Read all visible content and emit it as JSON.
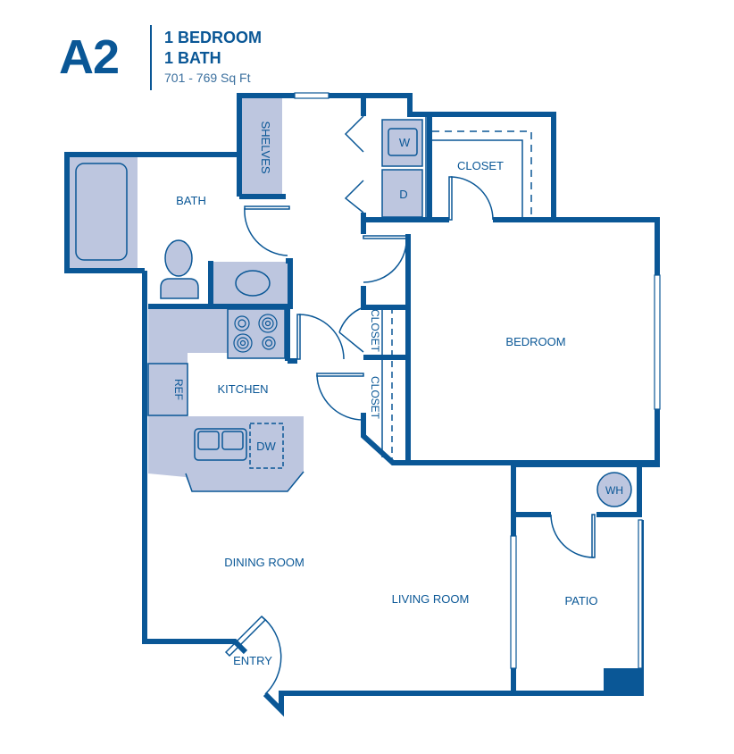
{
  "header": {
    "unit_code": "A2",
    "bedrooms": "1 BEDROOM",
    "bathrooms": "1 BATH",
    "square_feet": "701 - 769 Sq Ft"
  },
  "colors": {
    "wall": "#0a5796",
    "fixture_fill": "#bdc6df",
    "background": "#ffffff"
  },
  "rooms": {
    "bath": "BATH",
    "shelves": "SHELVES",
    "closet_main": "CLOSET",
    "washer": "W",
    "dryer": "D",
    "bedroom": "BEDROOM",
    "closet_upper": "CLOSET",
    "closet_lower": "CLOSET",
    "kitchen": "KITCHEN",
    "refrigerator": "REF",
    "dishwasher": "DW",
    "water_heater": "WH",
    "dining_room": "DINING ROOM",
    "living_room": "LIVING ROOM",
    "patio": "PATIO",
    "entry": "ENTRY"
  }
}
